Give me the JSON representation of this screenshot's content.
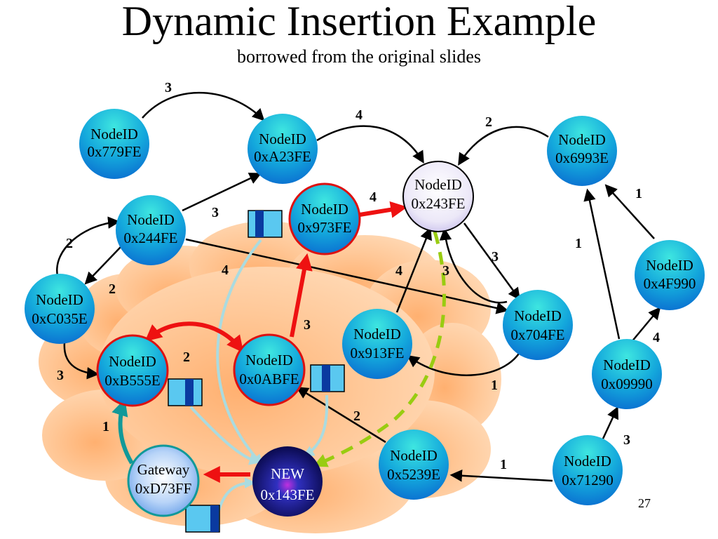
{
  "title": "Dynamic Insertion Example",
  "subtitle": "borrowed from the original slides",
  "page_number": "27",
  "colors": {
    "node_top": "#22d6d6",
    "node_bottom": "#0a78d8",
    "highlight_ring": "#dd1111",
    "new_node": "#0a0a6a",
    "gateway": "#8ab8f0",
    "cloud": "#ffcfa0",
    "routing_arrow": "#ee1111",
    "dashed_arrow": "#99cc11",
    "teal_arrow": "#119999",
    "light_arrow": "#aadbe0"
  },
  "nodes": [
    {
      "id": "n779",
      "line1": "NodeID",
      "line2": "0x779FE"
    },
    {
      "id": "nA23",
      "line1": "NodeID",
      "line2": "0xA23FE"
    },
    {
      "id": "n243",
      "line1": "NodeID",
      "line2": "0x243FE"
    },
    {
      "id": "n6993",
      "line1": "NodeID",
      "line2": "0x6993E"
    },
    {
      "id": "n244",
      "line1": "NodeID",
      "line2": "0x244FE"
    },
    {
      "id": "n973",
      "line1": "NodeID",
      "line2": "0x973FE"
    },
    {
      "id": "nC035",
      "line1": "NodeID",
      "line2": "0xC035E"
    },
    {
      "id": "n4F990",
      "line1": "NodeID",
      "line2": "0x4F990"
    },
    {
      "id": "n913",
      "line1": "NodeID",
      "line2": "0x913FE"
    },
    {
      "id": "n704",
      "line1": "NodeID",
      "line2": "0x704FE"
    },
    {
      "id": "nB555",
      "line1": "NodeID",
      "line2": "0xB555E"
    },
    {
      "id": "n0ABF",
      "line1": "NodeID",
      "line2": "0x0ABFE"
    },
    {
      "id": "n09990",
      "line1": "NodeID",
      "line2": "0x09990"
    },
    {
      "id": "n5239",
      "line1": "NodeID",
      "line2": "0x5239E"
    },
    {
      "id": "n71290",
      "line1": "NodeID",
      "line2": "0x71290"
    },
    {
      "id": "gateway",
      "line1": "Gateway",
      "line2": "0xD73FF"
    },
    {
      "id": "new",
      "line1": "NEW",
      "line2": "0x143FE"
    }
  ],
  "edge_labels": [
    {
      "id": "l779A23",
      "text": "3"
    },
    {
      "id": "lA23243",
      "text": "4"
    },
    {
      "id": "l6993243",
      "text": "2"
    },
    {
      "id": "l244A23",
      "text": "3"
    },
    {
      "id": "l973243",
      "text": "4"
    },
    {
      "id": "lC035244",
      "text": "2"
    },
    {
      "id": "l244C035",
      "text": "2"
    },
    {
      "id": "l4F9906993",
      "text": "1"
    },
    {
      "id": "l09990to6993",
      "text": "1"
    },
    {
      "id": "l244704",
      "text": "4"
    },
    {
      "id": "l913243",
      "text": "4"
    },
    {
      "id": "l704243",
      "text": "3"
    },
    {
      "id": "l243704",
      "text": "3"
    },
    {
      "id": "l0ABF973",
      "text": "3"
    },
    {
      "id": "lB5550ABF",
      "text": "2"
    },
    {
      "id": "lC035B555",
      "text": "3"
    },
    {
      "id": "l0999004F990",
      "text": "4"
    },
    {
      "id": "l704913",
      "text": "1"
    },
    {
      "id": "lGatewayB555",
      "text": "1"
    },
    {
      "id": "l52390ABF",
      "text": "2"
    },
    {
      "id": "l7129009990",
      "text": "3"
    },
    {
      "id": "l712905239",
      "text": "1"
    }
  ]
}
